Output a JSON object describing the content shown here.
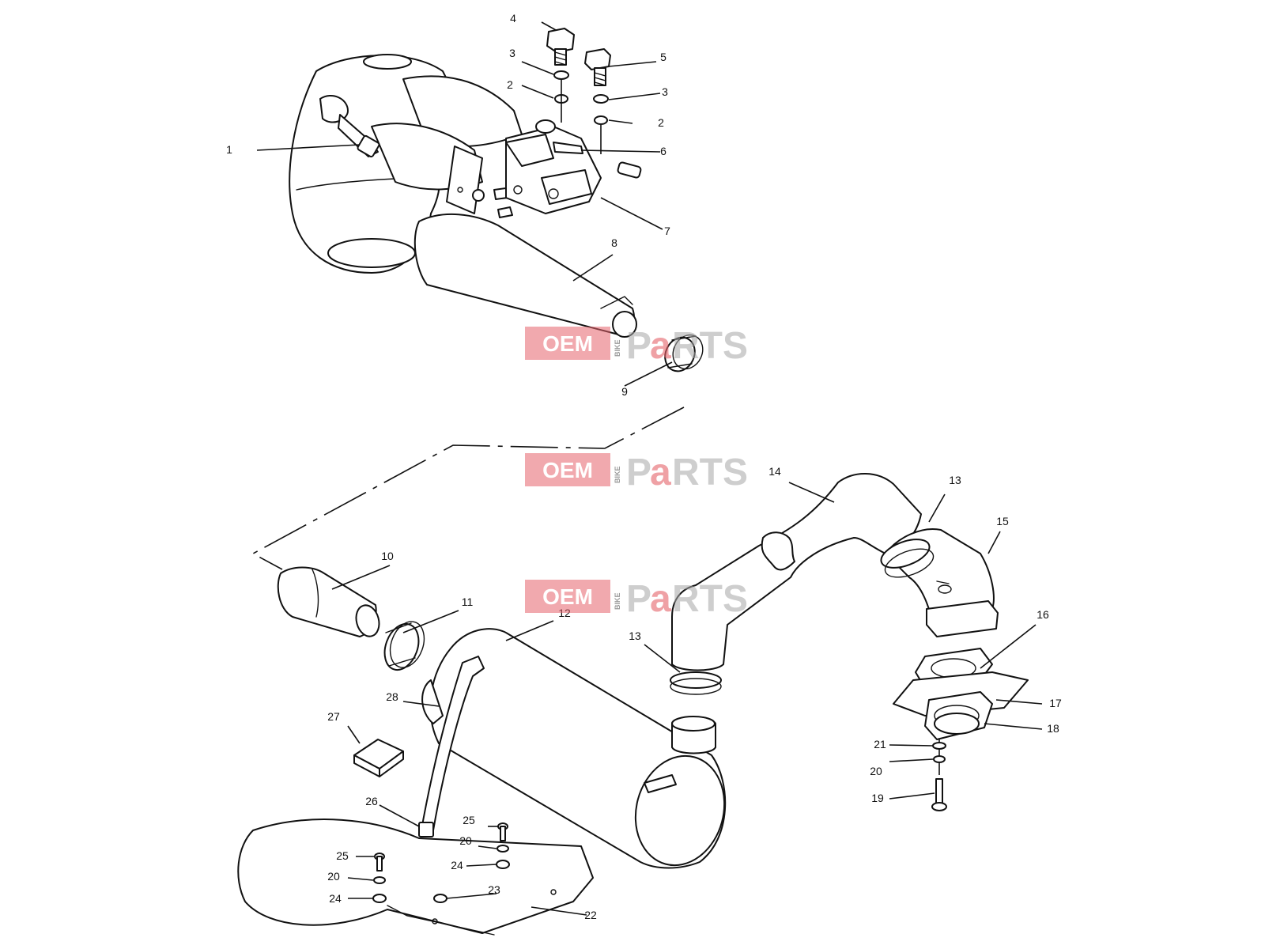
{
  "watermark": {
    "oem": "OEM",
    "bike": "BIKE",
    "p": "P",
    "a": "a",
    "rts": "RTS"
  },
  "callouts": [
    {
      "id": "c1",
      "text": "1"
    },
    {
      "id": "c2a",
      "text": "2"
    },
    {
      "id": "c2b",
      "text": "2"
    },
    {
      "id": "c3a",
      "text": "3"
    },
    {
      "id": "c3b",
      "text": "3"
    },
    {
      "id": "c4",
      "text": "4"
    },
    {
      "id": "c5",
      "text": "5"
    },
    {
      "id": "c6",
      "text": "6"
    },
    {
      "id": "c7",
      "text": "7"
    },
    {
      "id": "c8",
      "text": "8"
    },
    {
      "id": "c9",
      "text": "9"
    },
    {
      "id": "c10",
      "text": "10"
    },
    {
      "id": "c11",
      "text": "11"
    },
    {
      "id": "c12",
      "text": "12"
    },
    {
      "id": "c13a",
      "text": "13"
    },
    {
      "id": "c13b",
      "text": "13"
    },
    {
      "id": "c14",
      "text": "14"
    },
    {
      "id": "c15",
      "text": "15"
    },
    {
      "id": "c16",
      "text": "16"
    },
    {
      "id": "c17",
      "text": "17"
    },
    {
      "id": "c18",
      "text": "18"
    },
    {
      "id": "c19",
      "text": "19"
    },
    {
      "id": "c20a",
      "text": "20"
    },
    {
      "id": "c20b",
      "text": "20"
    },
    {
      "id": "c20c",
      "text": "20"
    },
    {
      "id": "c21",
      "text": "21"
    },
    {
      "id": "c22",
      "text": "22"
    },
    {
      "id": "c23",
      "text": "23"
    },
    {
      "id": "c24a",
      "text": "24"
    },
    {
      "id": "c24b",
      "text": "24"
    },
    {
      "id": "c25a",
      "text": "25"
    },
    {
      "id": "c25b",
      "text": "25"
    },
    {
      "id": "c26",
      "text": "26"
    },
    {
      "id": "c27",
      "text": "27"
    },
    {
      "id": "c28",
      "text": "28"
    }
  ]
}
